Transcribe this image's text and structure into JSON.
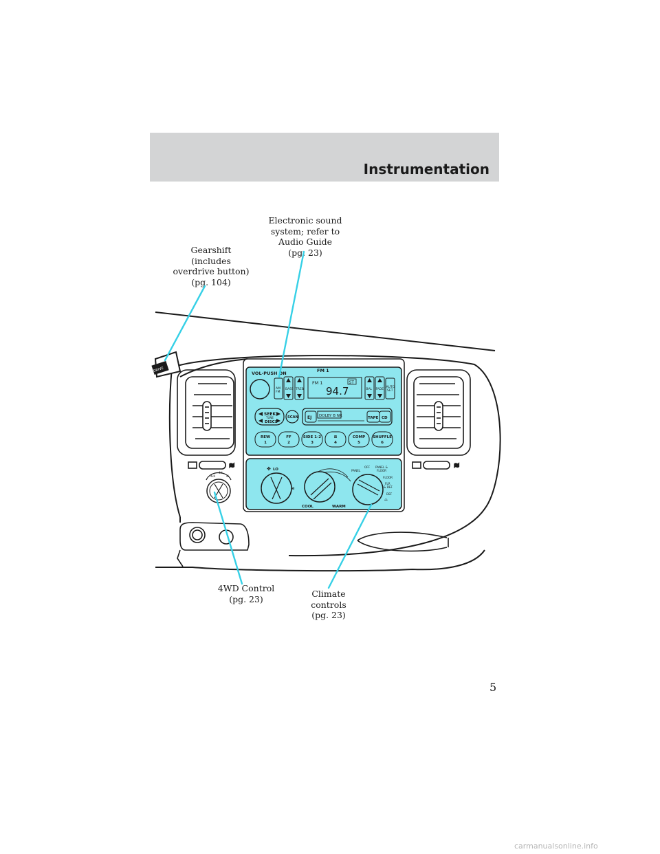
{
  "header": {
    "section_title": "Instrumentation"
  },
  "callouts": {
    "gearshift": "Gearshift\n(includes\noverdrive button)\n(pg. 104)",
    "sound_system": "Electronic sound\nsystem; refer to\nAudio Guide\n(pg. 23)",
    "four_wd": "4WD Control\n(pg. 23)",
    "climate": "Climate controls\n(pg. 23)"
  },
  "radio": {
    "vol_label": "VOL-PUSH ON",
    "band_top": "FM 1",
    "am_fm": [
      "AM",
      "FM"
    ],
    "bass": "BASS",
    "treb": "TREB",
    "display_band": "FM 1",
    "frequency": "94.7",
    "stereo": "ST",
    "bal": "BAL",
    "fade": "FADE",
    "auto_set": [
      "AUTO",
      "SET"
    ],
    "seek": "SEEK",
    "tune": "TUNE",
    "discs": "DISCS",
    "scan": "SCAN",
    "eject": "EJ",
    "dolby": "DOLBY B NR",
    "tape": "TAPE",
    "cd": "CD",
    "presets": [
      {
        "top": "REW",
        "bottom": "1"
      },
      {
        "top": "FF",
        "bottom": "2"
      },
      {
        "top": "SIDE 1-2",
        "bottom": "3"
      },
      {
        "top": "⊠",
        "bottom": "4"
      },
      {
        "top": "COMP",
        "bottom": "5"
      },
      {
        "top": "SHUFFLE",
        "bottom": "6"
      }
    ]
  },
  "climate": {
    "fan_lo": "LO",
    "fan_hi": "HI",
    "cool": "COOL",
    "warm": "WARM",
    "panel": "PANEL",
    "off": "OFF",
    "panel_floor": [
      "PANEL &",
      "FLOOR"
    ],
    "floor": "FLOOR",
    "flr_def": [
      "FLR",
      "& DEF"
    ],
    "def": "DEF"
  },
  "four_wd": {
    "labels": [
      "4x4",
      "4H",
      "4L"
    ]
  },
  "gearshift_badge": "DRIVE",
  "colors": {
    "accent": "#8ee6ee",
    "callout_line": "#36d0e6",
    "header": "#d3d4d5"
  },
  "footer": {
    "page_number": "5",
    "watermark": "carmanualsonline.info"
  }
}
